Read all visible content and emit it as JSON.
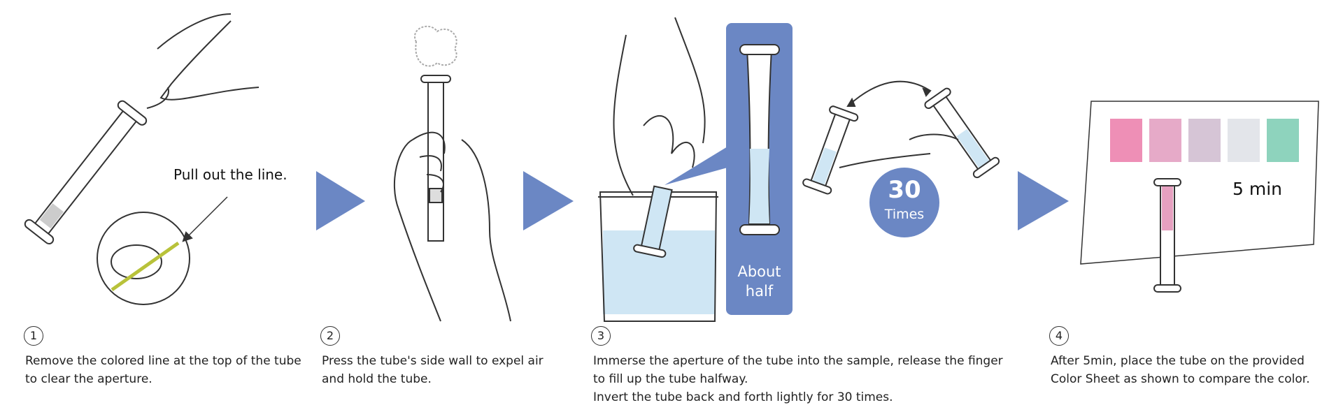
{
  "accent_color": "#6b87c4",
  "water_color": "#cfe6f4",
  "callouts": {
    "pull_line": "Pull out the line.",
    "about_half": [
      "About",
      "half"
    ],
    "times_count": "30",
    "times_label": "Times",
    "duration": "5 min"
  },
  "color_sheet": [
    "#ee8fb6",
    "#e6aac8",
    "#d6c5d6",
    "#e3e5ea",
    "#8ed3bd"
  ],
  "steps": [
    {
      "number": "1",
      "lines": [
        "Remove the colored line at the top of the tube",
        "to clear the aperture."
      ]
    },
    {
      "number": "2",
      "lines": [
        "Press the tube's side wall to expel air",
        "and hold the tube."
      ]
    },
    {
      "number": "3",
      "lines": [
        "Immerse the aperture of the tube into the sample, release the finger",
        "to fill up the tube halfway.",
        "Invert the tube back and forth lightly for 30 times."
      ]
    },
    {
      "number": "4",
      "lines": [
        "After 5min, place the tube on the provided",
        "Color Sheet as shown to compare the color."
      ]
    }
  ]
}
